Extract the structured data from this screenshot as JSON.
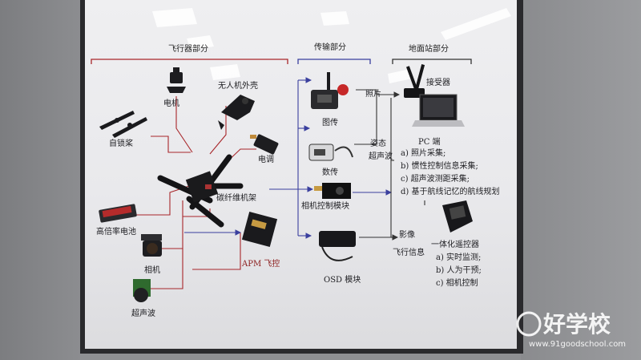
{
  "sections": {
    "flight": "飞行器部分",
    "transmission": "传输部分",
    "ground": "地面站部分"
  },
  "flight_parts": {
    "propeller": "自锁桨",
    "motor": "电机",
    "shell": "无人机外壳",
    "esc": "电调",
    "frame": "碳纤维机架",
    "battery": "高倍率电池",
    "camera": "相机",
    "ultrasonic": "超声波",
    "apm": "APM 飞控"
  },
  "transmission_parts": {
    "image_tx": "图传",
    "data_tx": "数传",
    "camera_module": "相机控制模块",
    "osd": "OSD 模块"
  },
  "links": {
    "photo": "照片",
    "attitude": "姿态",
    "ultrasonic": "超声波",
    "video": "影像",
    "flight_info": "飞行信息"
  },
  "ground_parts": {
    "receiver": "接受器",
    "pc_title": "PC 端",
    "pc_items": [
      "a) 照片采集;",
      "b) 惯性控制信息采集;",
      "c) 超声波测距采集;",
      "d) 基于航线记忆的航线规划"
    ],
    "rc_title": "一体化遥控器",
    "rc_items": [
      "a) 实时监测;",
      "b) 人为干预;",
      "c) 相机控制"
    ]
  },
  "watermark": {
    "brand": "好学校",
    "url": "www.91goodschool.com"
  },
  "colors": {
    "red_line": "#a8262a",
    "blue_line": "#3a3f9e",
    "board": "#eeeef0",
    "frame": "#2a2a2d"
  }
}
